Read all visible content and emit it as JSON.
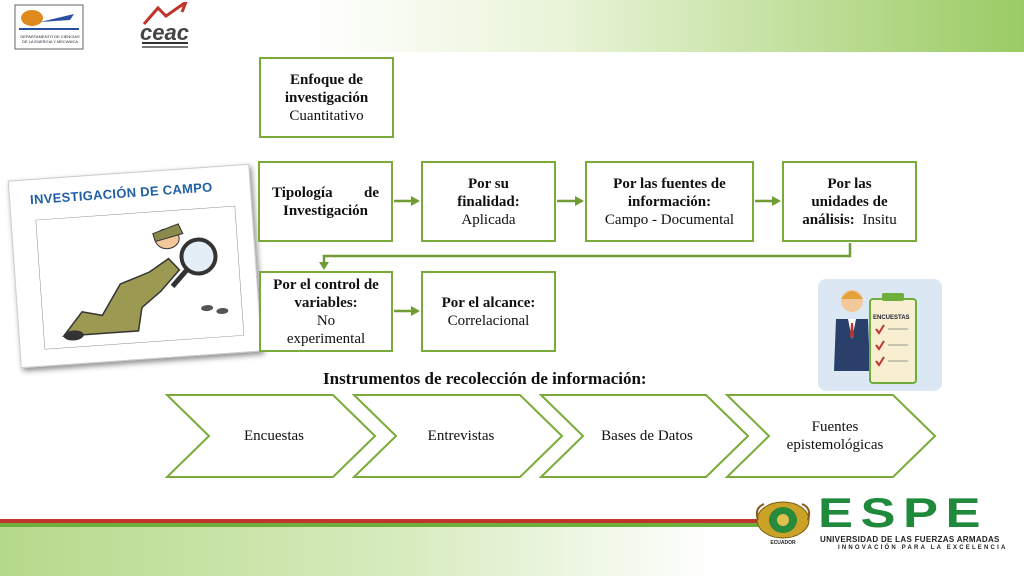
{
  "header": {
    "logo_left_text": "DEPARTAMENTO DE CIENCIAS DE LA ENERGIA Y MECANICA",
    "logo_ceac_text": "ceac"
  },
  "illustration": {
    "banner_text": "INVESTIGACIÓN DE CAMPO"
  },
  "boxes": {
    "enfoque": {
      "title": "Enfoque de investigación",
      "value": "Cuantitativo"
    },
    "tipologia": {
      "title_line1": "Tipología de",
      "title_line2": "Investigación"
    },
    "finalidad": {
      "title": "Por su finalidad:",
      "value": "Aplicada"
    },
    "fuentes": {
      "title": "Por las fuentes de información:",
      "value": "Campo - Documental"
    },
    "unidades": {
      "title_line1": "Por las",
      "title_line2": "unidades de",
      "title_line3": "análisis:",
      "value": "Insitu"
    },
    "control": {
      "title": "Por el control de variables:",
      "value": "No experimental"
    },
    "alcance": {
      "title": "Por el alcance:",
      "value": "Correlacional"
    }
  },
  "instrumentos": {
    "title": "Instrumentos de recolección de información:",
    "items": [
      "Encuestas",
      "Entrevistas",
      "Bases de Datos",
      "Fuentes epistemológicas"
    ]
  },
  "encuestas_card": {
    "label": "ENCUESTAS"
  },
  "footer": {
    "brand": "ESPE",
    "subtitle": "UNIVERSIDAD DE LAS FUERZAS ARMADAS",
    "tagline": "INNOVACIÓN PARA LA EXCELENCIA",
    "shield_text": "ECUADOR"
  },
  "colors": {
    "box_border": "#7aaa3a",
    "arrow": "#6f9c35",
    "chevron_border": "#7aaa3a",
    "brand_green": "#1f8a3c"
  }
}
